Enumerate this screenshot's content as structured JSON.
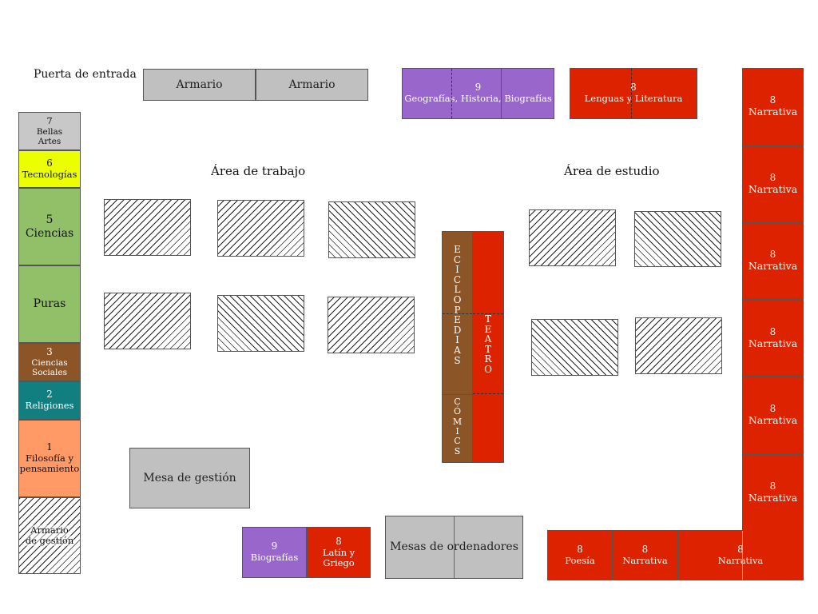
{
  "labels": {
    "entrance": "Puerta de entrada",
    "work_area": "Área de trabajo",
    "study_area": "Área de estudio"
  },
  "cabinets": [
    "Armario",
    "Armario"
  ],
  "top_shelves": {
    "geo": {
      "num": "9",
      "text": "Geografías, Historia, Biografías"
    },
    "lang": {
      "num": "8",
      "text": "Lenguas y Literatura"
    }
  },
  "left_shelves": {
    "bellas": {
      "num": "7",
      "line1": "Bellas",
      "line2": "Artes"
    },
    "tec": {
      "num": "6",
      "text": "Tecnologías"
    },
    "ciencias": {
      "num": "5",
      "text": "Ciencias"
    },
    "puras": {
      "text": "Puras"
    },
    "sociales": {
      "num": "3",
      "line1": "Ciencias",
      "line2": "Sociales"
    },
    "religiones": {
      "num": "2",
      "text": "Religiones"
    },
    "filosofia": {
      "num": "1",
      "line1": "Filosofía y",
      "line2": "pensamiento"
    },
    "armario_gestion": {
      "line1": "Armario",
      "line2": "de gestión"
    }
  },
  "right_shelves": [
    {
      "num": "8",
      "text": "Narrativa"
    },
    {
      "num": "8",
      "text": "Narrativa"
    },
    {
      "num": "8",
      "text": "Narrativa"
    },
    {
      "num": "8",
      "text": "Narrativa"
    },
    {
      "num": "8",
      "text": "Narrativa"
    },
    {
      "num": "8",
      "text": "Narrativa"
    }
  ],
  "bottom_right": [
    {
      "num": "8",
      "text": "Poesía"
    },
    {
      "num": "8",
      "text": "Narrativa"
    },
    {
      "num": "8",
      "text": "Narrativa"
    }
  ],
  "center_column": {
    "enciclopedias": [
      "E",
      "C",
      "I",
      "C",
      "L",
      "O",
      "P",
      "E",
      "D",
      "I",
      "A",
      "S"
    ],
    "teatro": [
      "T",
      "E",
      "A",
      "T",
      "R",
      "O"
    ],
    "comics": [
      "C",
      "Ó",
      "M",
      "I",
      "C",
      "S"
    ]
  },
  "mesa_gestion": "Mesa de gestión",
  "mesas_ordenadores": "Mesas de ordenadores",
  "bottom_shelves": {
    "biografias": {
      "num": "9",
      "text": "Biografías"
    },
    "latin": {
      "num": "8",
      "text": "Latín y Griego"
    }
  },
  "colors": {
    "red": "#dd2200",
    "purple": "#9966cc",
    "brown": "#8b5528",
    "teal": "#117f80",
    "green": "#92c068",
    "yellow": "#ecff00",
    "salmon": "#ff9966",
    "gray": "#c0c0c0"
  }
}
